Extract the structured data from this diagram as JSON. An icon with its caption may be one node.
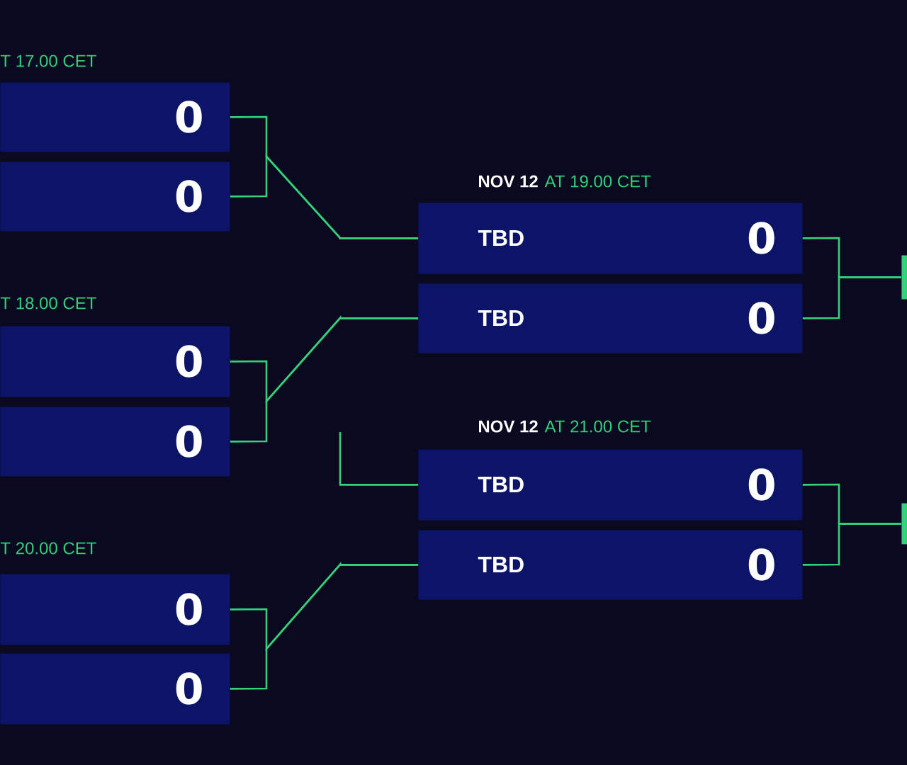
{
  "diagram": {
    "nodes": [
      {
        "text": [
          "0"
        ]
      },
      {
        "text": [
          "0"
        ]
      },
      {
        "text": [
          "0"
        ]
      },
      {
        "text": [
          "0"
        ]
      },
      {
        "text": [
          "0"
        ]
      },
      {
        "text": [
          "0"
        ]
      },
      {
        "text": [
          "TBD",
          "0"
        ]
      },
      {
        "text": [
          "TBD",
          "0"
        ]
      },
      {
        "text": [
          "TBD",
          "0"
        ]
      },
      {
        "text": [
          "TBD",
          "0"
        ]
      },
      {
        "text": [],
        "shape": "bar"
      },
      {
        "text": [],
        "shape": "bar"
      }
    ],
    "edges": [
      {
        "from": 0,
        "to": 6,
        "arrow": "none"
      },
      {
        "from": 1,
        "to": 6,
        "arrow": "none"
      },
      {
        "from": 2,
        "to": 7,
        "arrow": "none"
      },
      {
        "from": 3,
        "to": 7,
        "arrow": "none"
      },
      {
        "from": null,
        "to": 8,
        "arrow": "none"
      },
      {
        "from": 4,
        "to": 9,
        "arrow": "none"
      },
      {
        "from": 5,
        "to": 9,
        "arrow": "none"
      },
      {
        "from": 6,
        "to": 10,
        "arrow": "none"
      },
      {
        "from": 7,
        "to": 10,
        "arrow": "none"
      },
      {
        "from": 8,
        "to": 11,
        "arrow": "none"
      },
      {
        "from": 9,
        "to": 11,
        "arrow": "none"
      }
    ],
    "labels": [
      "T 17.00 CET",
      "NOV 12",
      "AT 19.00 CET",
      "T 18.00 CET",
      "NOV 12",
      "AT 21.00 CET",
      "T 20.00 CET"
    ]
  }
}
